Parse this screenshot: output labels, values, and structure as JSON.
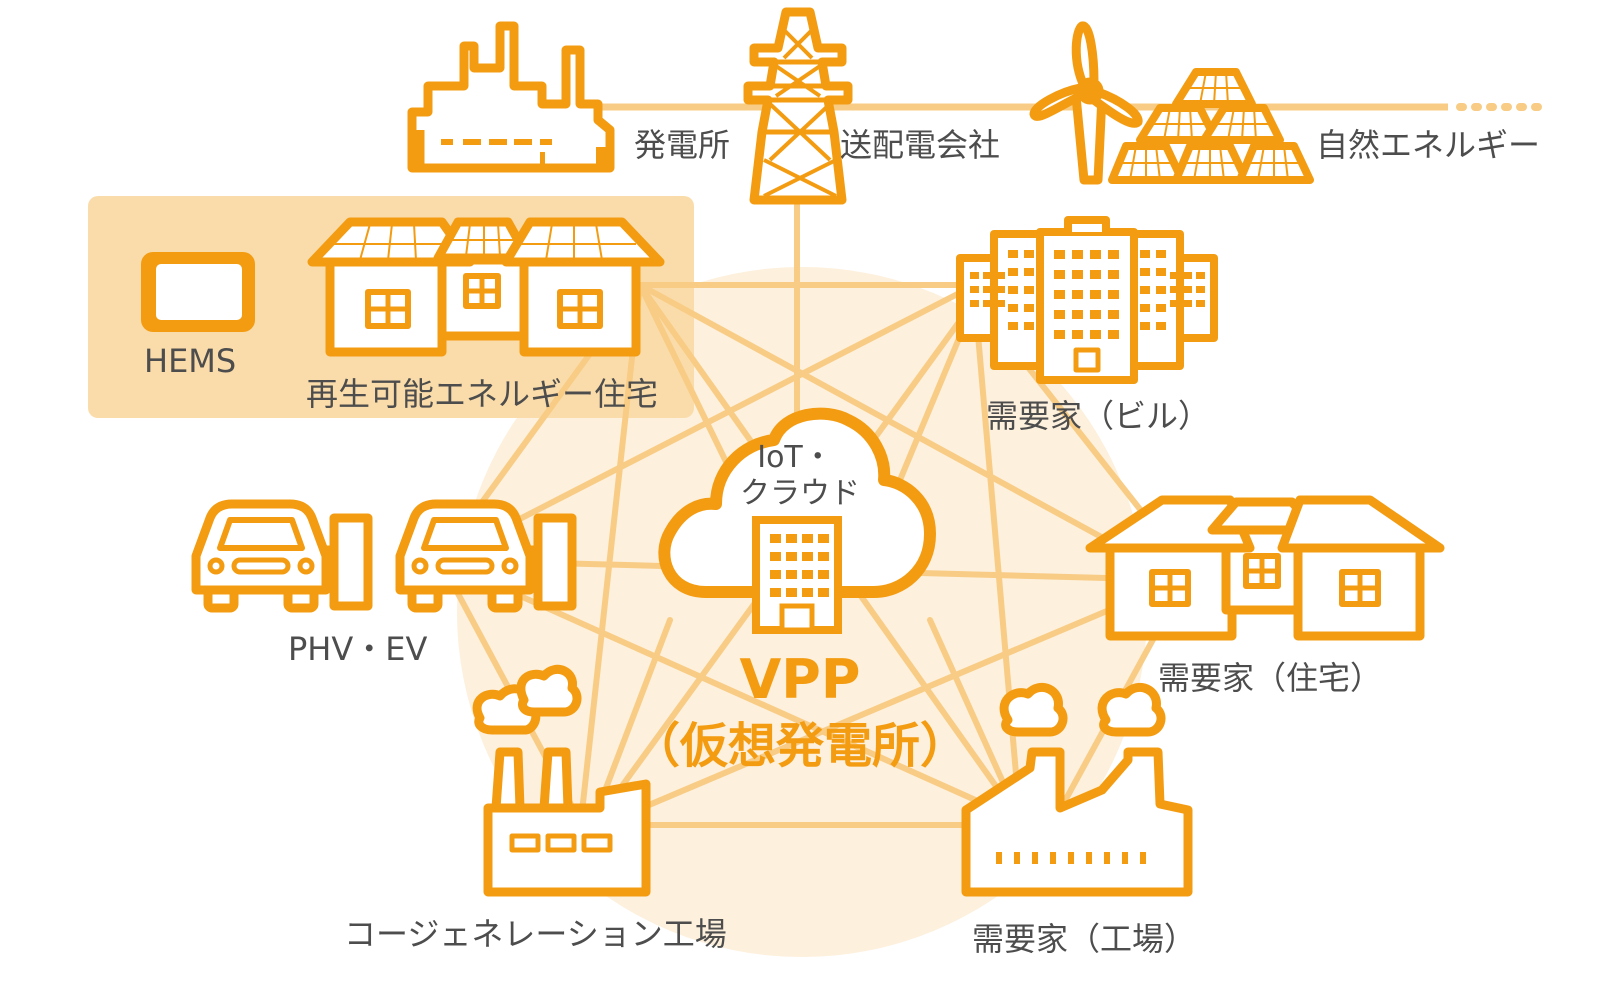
{
  "colors": {
    "accent": "#f39c12",
    "connection_line": "#f8cc85",
    "center_glow": "#fdf0dc",
    "highlight_box": "#fadcaa",
    "label_text": "#4d4d4d"
  },
  "center": {
    "cloud_line1": "IoT・",
    "cloud_line2": "クラウド",
    "title": "VPP",
    "subtitle": "（仮想発電所）"
  },
  "grid": {
    "power_plant": "発電所",
    "utility": "送配電会社",
    "renewable": "自然エネルギー"
  },
  "nodes": {
    "hems": "HEMS",
    "renewable_home": "再生可能エネルギー住宅",
    "building": "需要家（ビル）",
    "house": "需要家（住宅）",
    "ev": "PHV・EV",
    "cogeneration": "コージェネレーション工場",
    "factory": "需要家（工場）"
  },
  "icons": [
    "power-plant-icon",
    "transmission-tower-icon",
    "wind-turbine-icon",
    "solar-panel-icon",
    "tablet-icon",
    "solar-house-icon",
    "office-building-icon",
    "house-icon",
    "car-icon",
    "charger-icon",
    "cloud-icon",
    "factory-icon"
  ]
}
